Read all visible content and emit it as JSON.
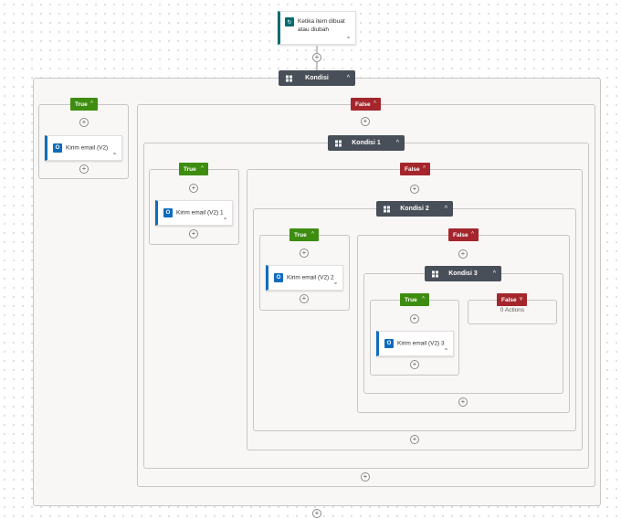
{
  "trigger": {
    "label": "Ketika item dibuat atau diubah",
    "icon": "sharepoint-icon"
  },
  "conditions": {
    "c0": {
      "label": "Kondisi",
      "chevron": "^"
    },
    "c1": {
      "label": "Kondisi 1",
      "chevron": "^"
    },
    "c2": {
      "label": "Kondisi 2",
      "chevron": "^"
    },
    "c3": {
      "label": "Kondisi 3",
      "chevron": "^"
    }
  },
  "branches": {
    "true_label": "True",
    "false_label": "False",
    "chev_up": "^",
    "chev_down": "v"
  },
  "actions": {
    "a0": "Kirim email (V2)",
    "a1": "Kirim email (V2) 1",
    "a2": "Kirim email (V2) 2",
    "a3": "Kirim email (V2) 3"
  },
  "empty_branch": {
    "label": "0 Actions"
  },
  "icons": {
    "plus": "+",
    "link": "⚭",
    "outlook": "O"
  },
  "colors": {
    "true": "#3e8d11",
    "false": "#a4262c",
    "condition": "#484f58",
    "outlook": "#0f6cbd",
    "trigger": "#036c70"
  }
}
